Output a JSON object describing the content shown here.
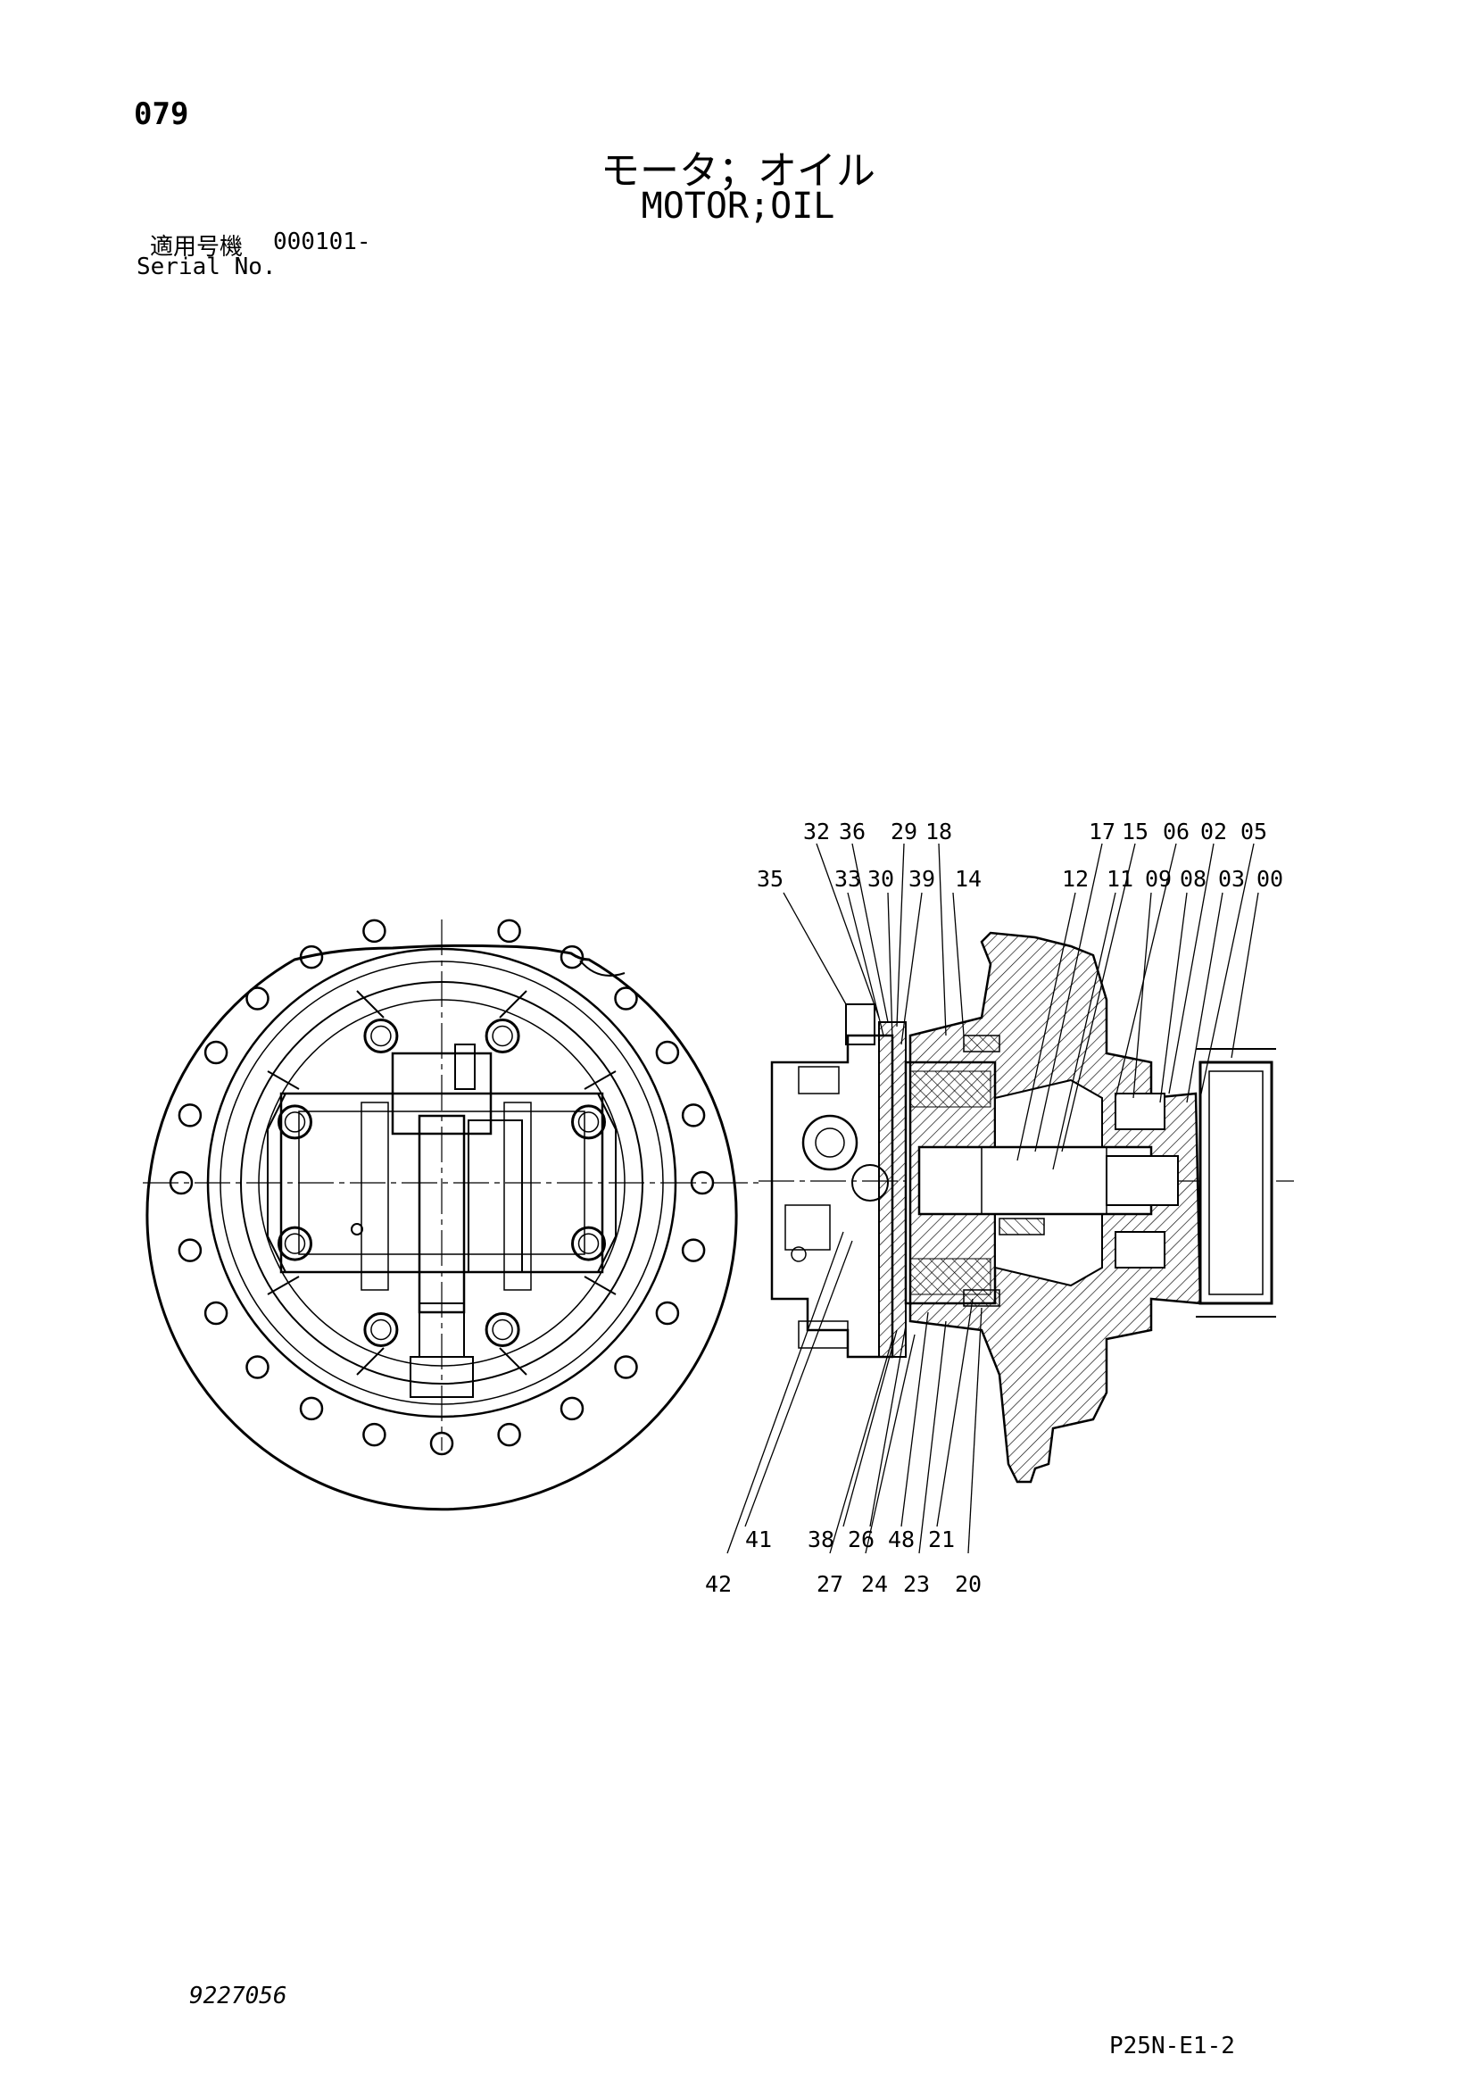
{
  "page_number": "079",
  "title_jp": "モータ；オイル",
  "title_en": "MOTOR;OIL",
  "serial": {
    "label_jp": "適用号機",
    "value": "000101-",
    "label_en": "Serial No."
  },
  "part_labels": [
    "32",
    "36",
    "29",
    "18",
    "17",
    "15",
    "06",
    "02",
    "05",
    "35",
    "33",
    "30",
    "39",
    "14",
    "12",
    "11",
    "09",
    "08",
    "03",
    "00",
    "41",
    "38",
    "26",
    "48",
    "21",
    "42",
    "27",
    "24",
    "23",
    "20"
  ],
  "doc_number": "9227056",
  "sheet_code": "P25N-E1-2"
}
